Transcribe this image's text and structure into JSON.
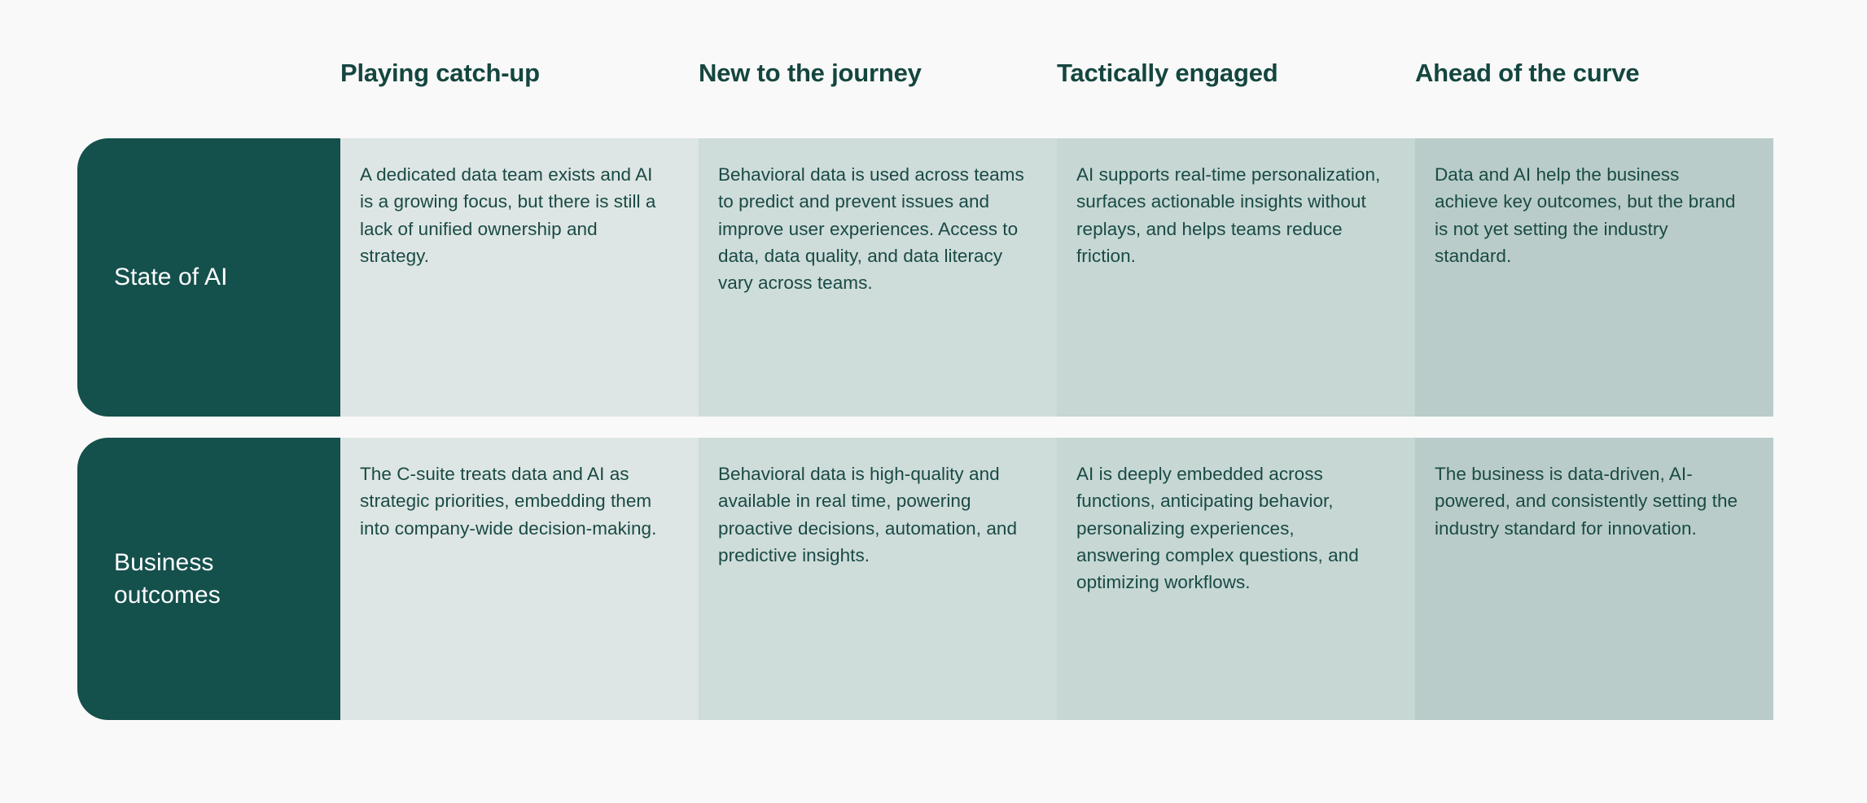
{
  "theme": {
    "page_background": "#f9f9f9",
    "header_text_color": "#14463f",
    "row_label_background": "#14504c",
    "row_label_text_color": "#ffffff",
    "body_text_color": "#1a4a45",
    "column_shades": [
      "#dde6e4",
      "#cedcda",
      "#c6d7d4",
      "#b9ccc9"
    ]
  },
  "matrix": {
    "columns": [
      {
        "label": "Playing catch-up"
      },
      {
        "label": "New to the journey"
      },
      {
        "label": "Tactically engaged"
      },
      {
        "label": "Ahead of the curve"
      }
    ],
    "rows": [
      {
        "label": "State of AI",
        "cells": [
          "A dedicated data team exists and AI is a growing focus, but there is still a lack of unified ownership and strategy.",
          "Behavioral data is used across teams to predict and prevent issues and improve user experiences. Access to data, data quality, and data literacy vary across teams.",
          "AI supports real-time personalization, surfaces actionable insights without replays, and helps teams reduce friction.",
          "Data and AI help the business achieve key outcomes, but the brand is not yet setting the industry standard."
        ]
      },
      {
        "label": "Business outcomes",
        "cells": [
          "The C-suite treats data and AI as strategic priorities, embedding them into company-wide decision-making.",
          "Behavioral data is high-quality and available in real time, powering proactive decisions, automation, and predictive insights.",
          "AI is deeply embedded across functions, anticipating behavior, personalizing experiences, answering complex questions, and optimizing workflows.",
          "The business is data-driven, AI-powered, and consistently setting the industry standard for innovation."
        ]
      }
    ]
  }
}
